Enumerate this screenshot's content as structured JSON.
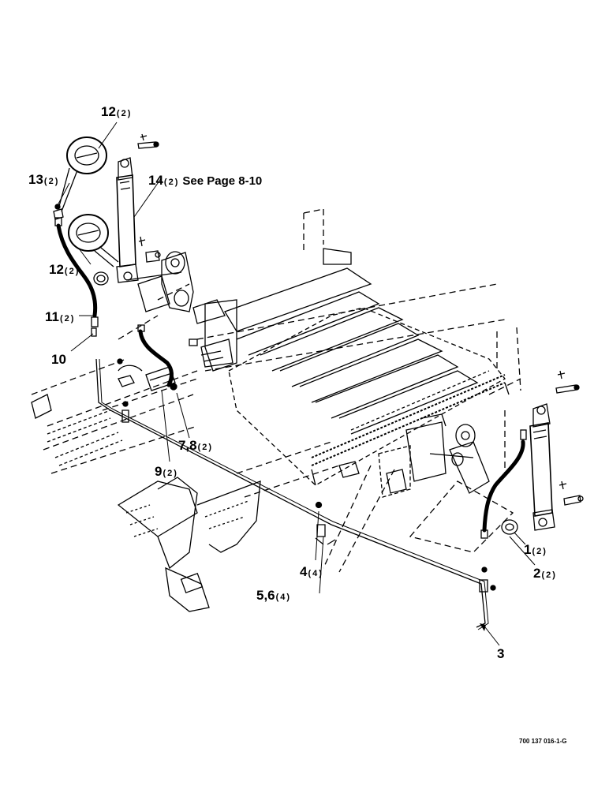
{
  "callouts": [
    {
      "id": "c12a",
      "num": "12",
      "qty": "(2)"
    },
    {
      "id": "c13",
      "num": "13",
      "qty": "(2)"
    },
    {
      "id": "c14",
      "num": "14",
      "qty": "(2)",
      "note": "See Page 8-10"
    },
    {
      "id": "c12b",
      "num": "12",
      "qty": "(2)"
    },
    {
      "id": "c11",
      "num": "11",
      "qty": "(2)"
    },
    {
      "id": "c10",
      "num": "10",
      "qty": ""
    },
    {
      "id": "c78",
      "num": "7,8",
      "qty": "(2)"
    },
    {
      "id": "c9",
      "num": "9",
      "qty": "(2)"
    },
    {
      "id": "c1",
      "num": "1",
      "qty": "(2)"
    },
    {
      "id": "c2",
      "num": "2",
      "qty": "(2)"
    },
    {
      "id": "c4",
      "num": "4",
      "qty": "(4)"
    },
    {
      "id": "c56",
      "num": "5,6",
      "qty": "(4)"
    },
    {
      "id": "c3",
      "num": "3",
      "qty": ""
    }
  ],
  "footer": {
    "code": "700 137 016-1-G"
  }
}
